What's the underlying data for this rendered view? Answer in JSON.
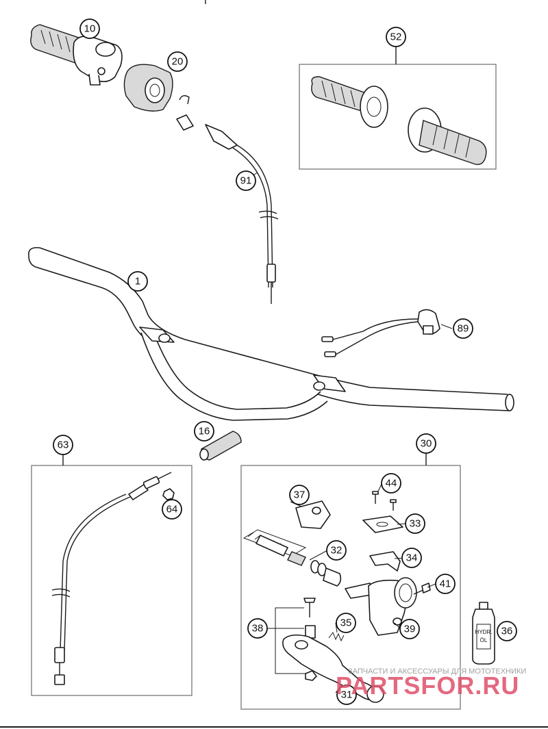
{
  "callouts": {
    "c1": "1",
    "c10": "10",
    "c16": "16",
    "c20": "20",
    "c30": "30",
    "c31": "31",
    "c32": "32",
    "c33": "33",
    "c34": "34",
    "c35": "35",
    "c36": "36",
    "c37": "37",
    "c38": "38",
    "c39": "39",
    "c41": "41",
    "c44": "44",
    "c52": "52",
    "c63": "63",
    "c64": "64",
    "c89": "89",
    "c91": "91"
  },
  "bottle_label": {
    "line1": "HYDR.",
    "line2": "ÖL"
  },
  "watermark": {
    "caption": "ЗАПЧАСТИ И АКСЕССУАРЫ ДЛЯ МОТОТЕХНИКИ",
    "logo": "PARTSFOR.RU"
  }
}
